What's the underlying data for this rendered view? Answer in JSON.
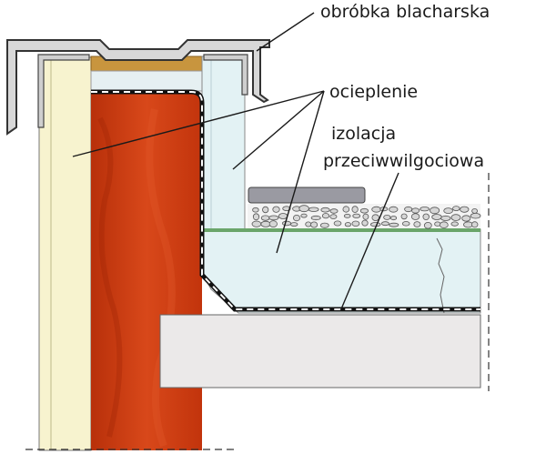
{
  "labels": {
    "flashing": "obróbka blacharska",
    "insulation": "ocieplenie",
    "damp_proofing_line1": "izolacja",
    "damp_proofing_line2": "przeciwwilgociowa"
  },
  "colors": {
    "brick": "#cf3a10",
    "brick_dark": "#b02a08",
    "insulation_outer": "#f7f3cf",
    "insulation_inner": "#e3f2f4",
    "slab": "#ebe9e9",
    "wood": "#c8953e",
    "metal": "#5a5a5a",
    "gravel": "#dcdcdc",
    "green_layer": "#6aa56a",
    "line": "#222222"
  }
}
